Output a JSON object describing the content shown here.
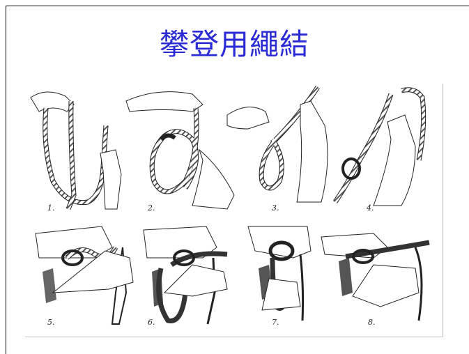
{
  "title": "攀登用繩結",
  "steps": [
    {
      "label": "1."
    },
    {
      "label": "2."
    },
    {
      "label": "3."
    },
    {
      "label": "4."
    },
    {
      "label": "5."
    },
    {
      "label": "6."
    },
    {
      "label": "7."
    },
    {
      "label": "8."
    }
  ],
  "colors": {
    "title": "#2b2bd6",
    "rope_light": "#ffffff",
    "rope_dark": "#333333",
    "ink": "#222222"
  }
}
